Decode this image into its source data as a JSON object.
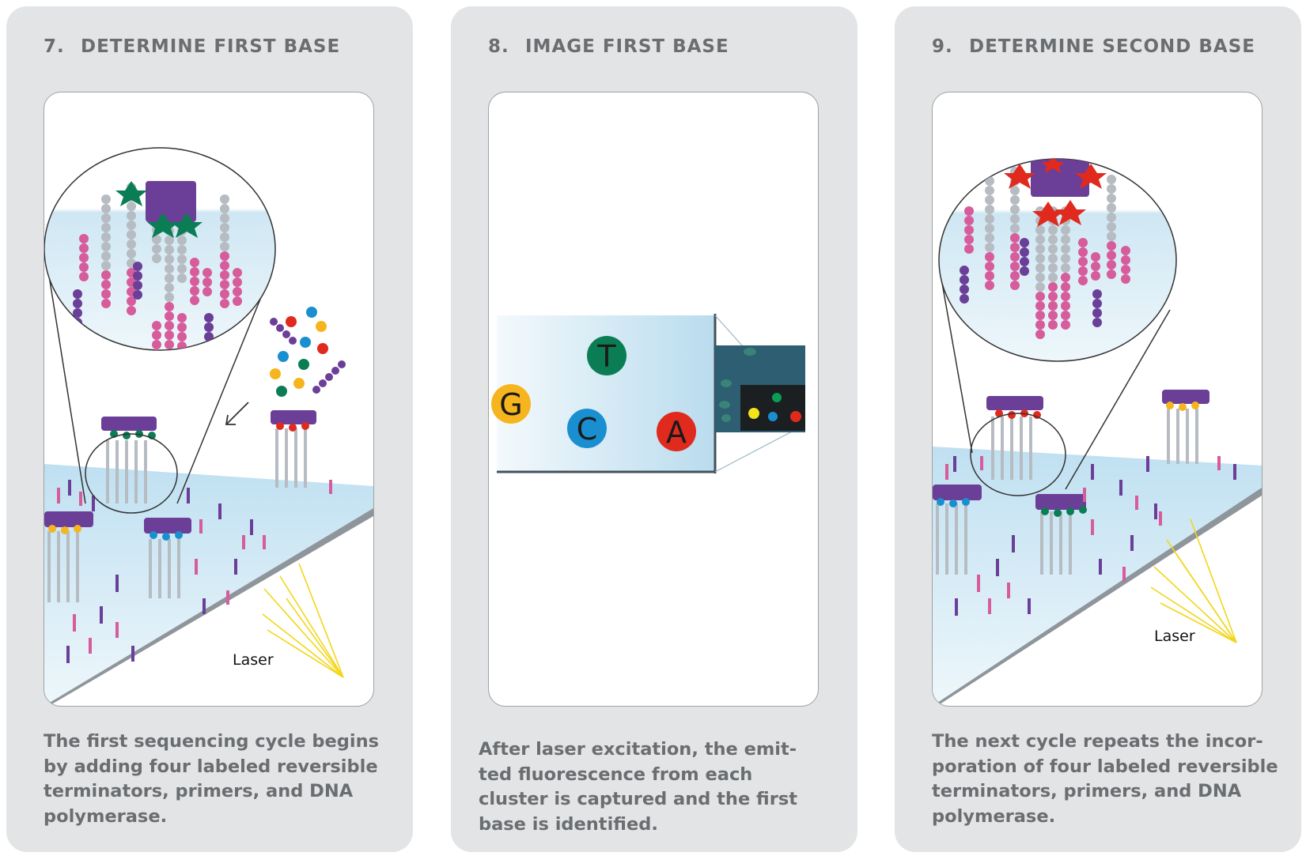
{
  "panels": [
    {
      "number": "7.",
      "title": "DETERMINE FIRST BASE",
      "caption": "The first sequencing cycle begins by adding four labeled reversible terminators, primers, and DNA polymerase.",
      "laser_label": "Laser"
    },
    {
      "number": "8.",
      "title": "IMAGE FIRST BASE",
      "caption": "After laser excitation, the emit-ted fluorescence from each cluster is captured and the first base is identified.",
      "bases": [
        "G",
        "T",
        "C",
        "A"
      ]
    },
    {
      "number": "9.",
      "title": "DETERMINE SECOND BASE",
      "caption": "The next cycle repeats the incor-poration of four labeled reversible terminators, primers, and DNA polymerase.",
      "laser_label": "Laser"
    }
  ],
  "colors": {
    "panel_bg": "#e3e4e5",
    "text": "#6b6e71",
    "flowcell": "#cfe7f3",
    "strand_grey": "#b6bcc2",
    "strand_pink": "#d65c9b",
    "strand_purple": "#6b3e98",
    "base_G": "#f6b51e",
    "base_T": "#0b7d55",
    "base_C": "#1a8fd0",
    "base_A": "#e02a1e",
    "laser": "#f2d61a"
  }
}
